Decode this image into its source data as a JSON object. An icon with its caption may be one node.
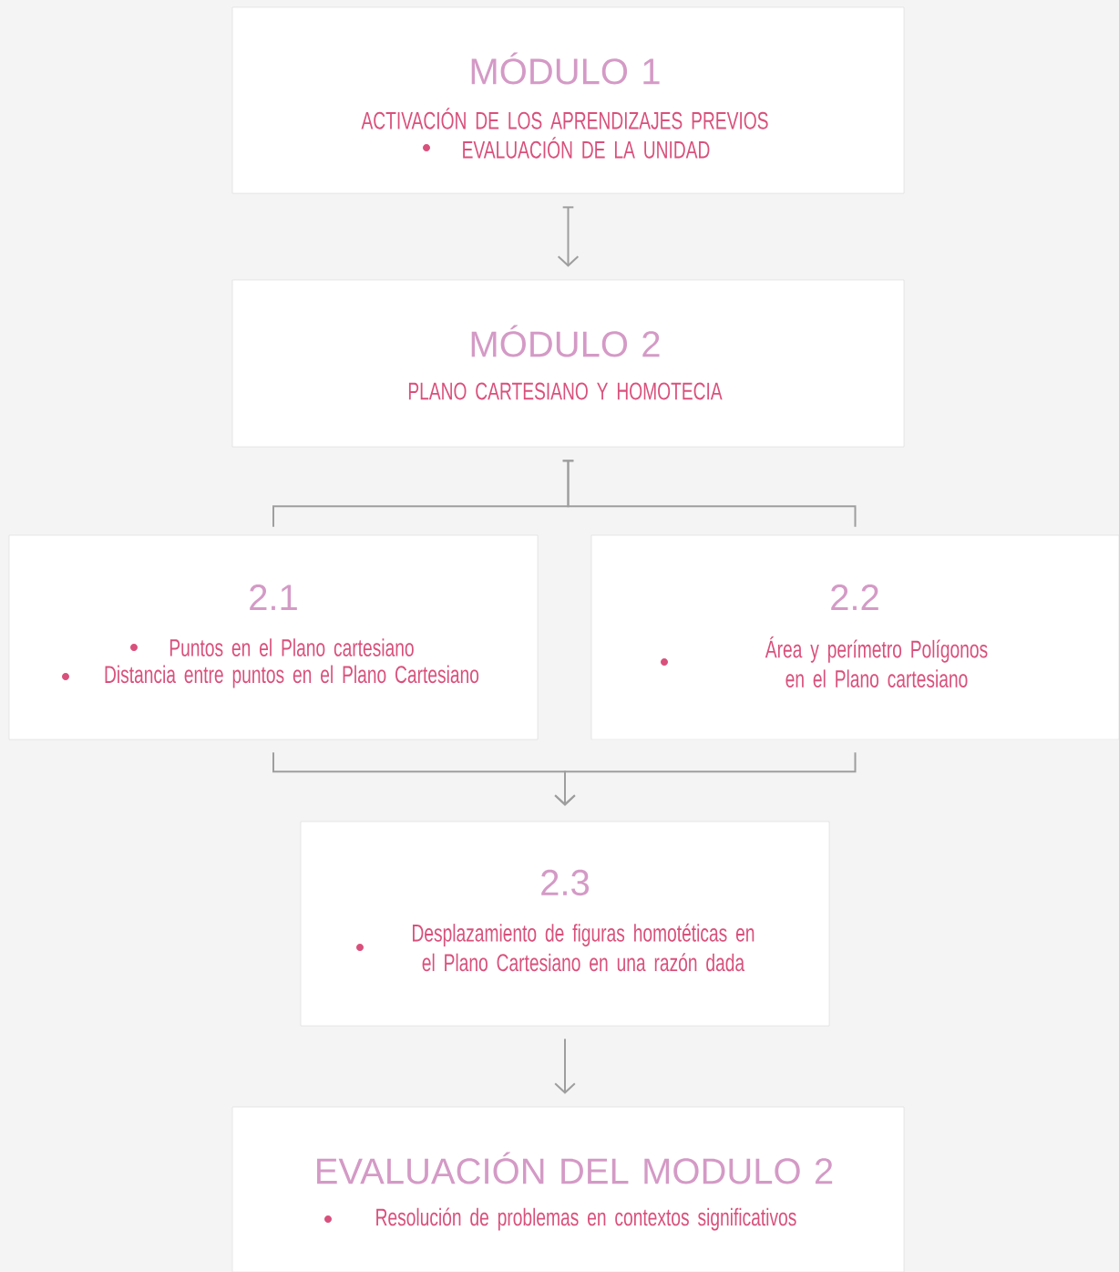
{
  "diagram": {
    "nodes": [
      {
        "text": [
          "MÓDULO 1",
          "ACTIVACIÓN DE LOS APRENDIZAJES  PREVIOS",
          "EVALUACIÓN  DE  LA  UNIDAD"
        ]
      },
      {
        "text": [
          "MÓDULO 2",
          "PLANO  CARTESIANO  Y  HOMOTECIA"
        ]
      },
      {
        "text": [
          "2.1",
          "Puntos en el Plano cartesiano",
          "Distancia entre puntos en el  Plano Cartesiano"
        ]
      },
      {
        "text": [
          "2.2",
          "Área  y perímetro  Polígonos  en  el Plano cartesiano"
        ]
      },
      {
        "text": [
          "2.3",
          "Desplazamiento de figuras homotéticas en  el Plano Cartesiano  en una razón dada"
        ]
      },
      {
        "text": [
          "EVALUACIÓN  DEL  MODULO 2",
          "Resolución  de  problemas  en  contextos significativos"
        ]
      }
    ],
    "edges": [
      {
        "from": 0,
        "to": 1,
        "arrow": "to"
      },
      {
        "from": 1,
        "to": 2,
        "arrow": "none"
      },
      {
        "from": 1,
        "to": 3,
        "arrow": "none"
      },
      {
        "from": 2,
        "to": 4,
        "arrow": "to"
      },
      {
        "from": 3,
        "to": 4,
        "arrow": "to"
      },
      {
        "from": 4,
        "to": 5,
        "arrow": "to"
      }
    ]
  }
}
